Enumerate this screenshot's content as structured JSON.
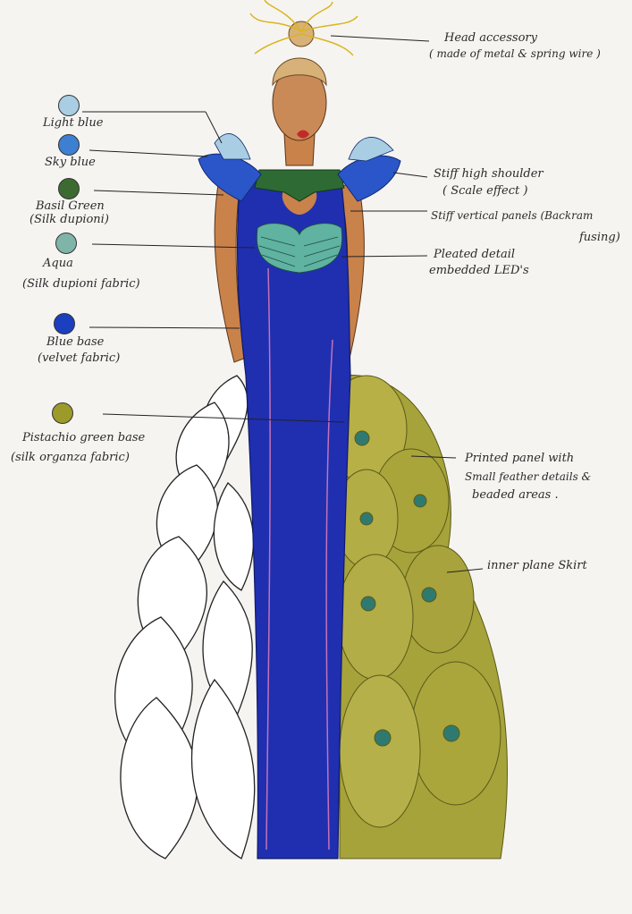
{
  "swatches": [
    {
      "label": "Light blue",
      "sublabel": "",
      "color": "#a9cde3"
    },
    {
      "label": "Sky blue",
      "sublabel": "",
      "color": "#3d7fd1"
    },
    {
      "label": "Basil Green",
      "sublabel": "(Silk dupioni)",
      "color": "#3c6b31"
    },
    {
      "label": "Aqua",
      "sublabel": "(Silk dupioni fabric)",
      "color": "#7fb5a8"
    },
    {
      "label": "Blue base",
      "sublabel": "(velvet fabric)",
      "color": "#1c3fc0"
    },
    {
      "label": "Pistachio green base",
      "sublabel": "(silk organza fabric)",
      "color": "#9c9a2a"
    }
  ],
  "callouts": {
    "head_accessory": "Head accessory",
    "head_accessory_sub": "( made of metal & spring wire )",
    "shoulder": "Stiff high shoulder",
    "shoulder_sub": "( Scale effect )",
    "panels": "Stiff vertical panels (Backram",
    "panels_sub": "fusing)",
    "pleated": "Pleated detail",
    "pleated_sub": "embedded LED's",
    "printed": "Printed panel with",
    "printed_sub1": "Small feather details &",
    "printed_sub2": "beaded areas .",
    "inner_skirt": "inner plane Skirt"
  },
  "colors": {
    "skin": "#c9824a",
    "dress_blue": "#1f2fb0",
    "feather_green": "#a6a33a",
    "shoulder_blue": "#2b56c9",
    "collar_green": "#2e6a34"
  }
}
